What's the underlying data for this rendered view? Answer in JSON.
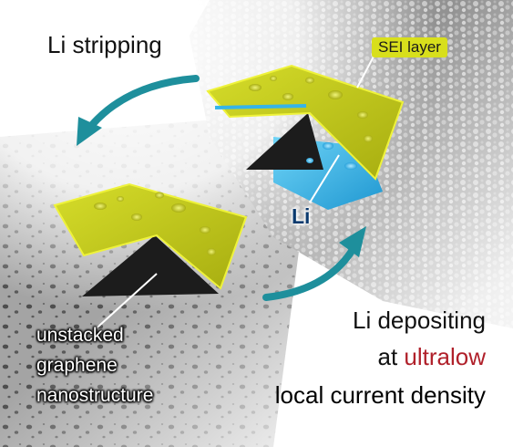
{
  "labels": {
    "li_stripping": "Li stripping",
    "sei_layer": "SEI layer",
    "li": "Li",
    "unstacked": "unstacked",
    "graphene": "graphene",
    "nanostructure": "nanostructure",
    "li_depositing": "Li depositing",
    "at": "at",
    "ultralow": "ultralow",
    "local_current_density": "local current density"
  },
  "colors": {
    "sei_yellow": "#c9d11a",
    "sei_edge": "#eef23a",
    "lithium_blue": "#35b4e8",
    "arrow_teal": "#1e8f9c",
    "graphene_black": "#1c1c1c",
    "accent_red": "#b0202a"
  }
}
